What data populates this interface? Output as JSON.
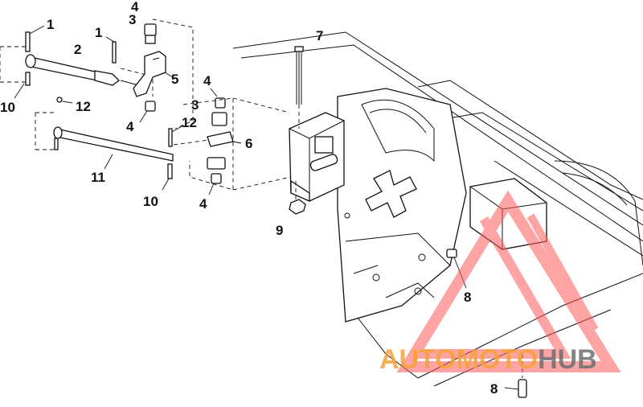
{
  "diagram": {
    "callouts": [
      {
        "id": "c1a",
        "text": "1"
      },
      {
        "id": "c1b",
        "text": "1"
      },
      {
        "id": "c2",
        "text": "2"
      },
      {
        "id": "c3a",
        "text": "3"
      },
      {
        "id": "c3b",
        "text": "3"
      },
      {
        "id": "c4a",
        "text": "4"
      },
      {
        "id": "c4b",
        "text": "4"
      },
      {
        "id": "c4c",
        "text": "4"
      },
      {
        "id": "c4d",
        "text": "4"
      },
      {
        "id": "c5",
        "text": "5"
      },
      {
        "id": "c6",
        "text": "6"
      },
      {
        "id": "c7",
        "text": "7"
      },
      {
        "id": "c8a",
        "text": "8"
      },
      {
        "id": "c8b",
        "text": "8"
      },
      {
        "id": "c9",
        "text": "9"
      },
      {
        "id": "c10a",
        "text": "10"
      },
      {
        "id": "c10b",
        "text": "10"
      },
      {
        "id": "c11",
        "text": "11"
      },
      {
        "id": "c12a",
        "text": "12"
      },
      {
        "id": "c12b",
        "text": "12"
      }
    ]
  },
  "watermark": {
    "part1": "AUTOMOTO",
    "part2": "HUB",
    "color_primary": "#f6a23a",
    "color_secondary": "#6f6f6f",
    "logo_color": "#ff5a5a"
  }
}
